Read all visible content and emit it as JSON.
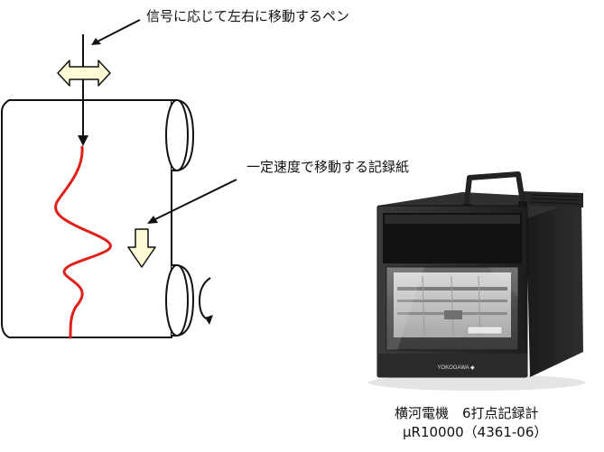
{
  "labels": {
    "pen": "信号に応じて左右に移動するペン",
    "paper": "一定速度で移動する記録紙"
  },
  "device_caption": {
    "line1": "横河電機　6打点記録計",
    "line2": "μR10000（4361-06）"
  },
  "device_brand_text": "YOKOGAWA ◆",
  "colors": {
    "trace": "#e0201b",
    "arrow_fill": "#fffbd6",
    "outline": "#111111",
    "device_body": "#2b2b2b"
  }
}
